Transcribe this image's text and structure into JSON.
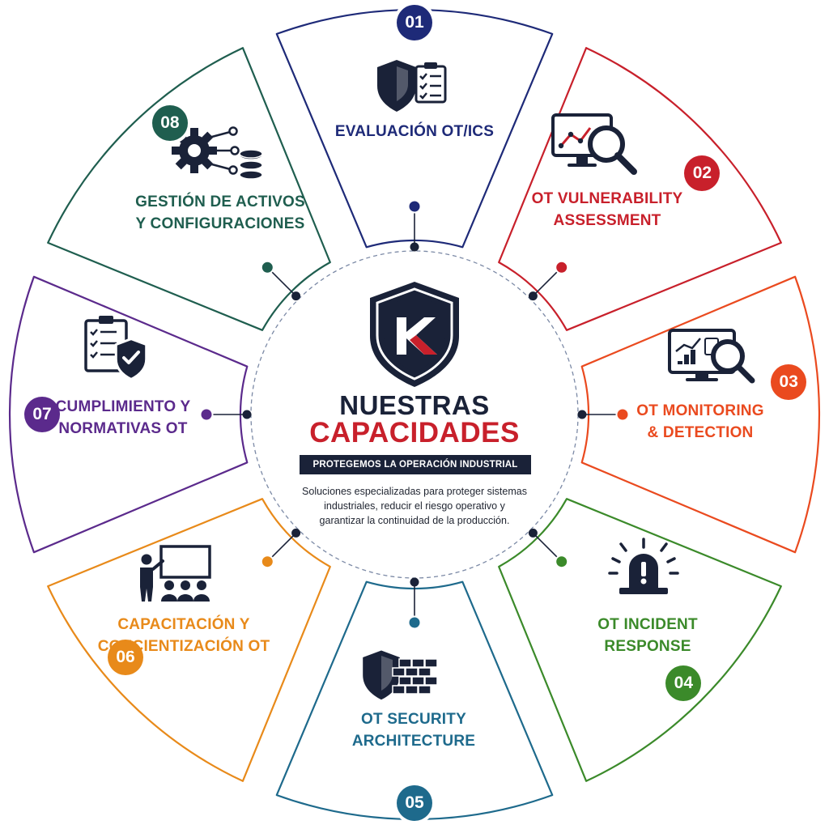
{
  "center": {
    "title_line1": "NUESTRAS",
    "title_line2": "CAPACIDADES",
    "banner": "PROTEGEMOS LA OPERACIÓN INDUSTRIAL",
    "description": "Soluciones especializadas para proteger sistemas industriales, reducir el riesgo operativo y garantizar la continuidad de la producción."
  },
  "colors": {
    "navy": "#1a2238",
    "red_accent": "#c8202b",
    "seg01": "#1e2a78",
    "seg02": "#c8202b",
    "seg03": "#ea4a1f",
    "seg04": "#3b8a2a",
    "seg05": "#1e6a8c",
    "seg06": "#e88a1a",
    "seg07": "#5b2a8c",
    "seg08": "#1f5e4f"
  },
  "segments": [
    {
      "number": "01",
      "line1": "EVALUACIÓN OT/ICS",
      "line2": "",
      "icon": "shield-checklist-icon"
    },
    {
      "number": "02",
      "line1": "OT VULNERABILITY",
      "line2": "ASSESSMENT",
      "icon": "monitor-search-icon"
    },
    {
      "number": "03",
      "line1": "OT MONITORING",
      "line2": "& DETECTION",
      "icon": "monitor-chart-search-icon"
    },
    {
      "number": "04",
      "line1": "OT INCIDENT",
      "line2": "RESPONSE",
      "icon": "alarm-light-icon"
    },
    {
      "number": "05",
      "line1": "OT SECURITY ARCHITECTURE",
      "line2": "",
      "icon": "shield-wall-icon"
    },
    {
      "number": "06",
      "line1": "CAPACITACIÓN Y",
      "line2": "CONCIENTIZACIÓN OT",
      "icon": "training-presentation-icon"
    },
    {
      "number": "07",
      "line1": "CUMPLIMIENTO Y",
      "line2": "NORMATIVAS OT",
      "icon": "clipboard-shield-icon"
    },
    {
      "number": "08",
      "line1": "GESTIÓN DE ACTIVOS",
      "line2": "Y CONFIGURACIONES",
      "icon": "gear-database-icon"
    }
  ]
}
